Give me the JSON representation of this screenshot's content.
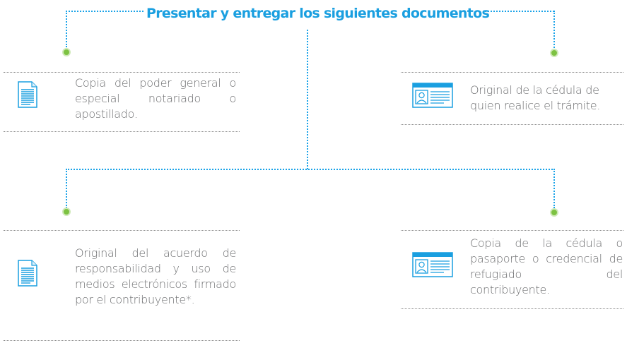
{
  "title": "Presentar  y entregar los siguientes documentos",
  "items": [
    {
      "text": "Copia del poder general o especial notariado o apostillado.",
      "icon": "document-icon"
    },
    {
      "text": "Original de la cédula de quien realice el trámite.",
      "icon": "id-card-icon"
    },
    {
      "text": "Original del acuerdo de responsabilidad y uso de medios electrónicos firmado por el contribuyente*.",
      "icon": "document-icon"
    },
    {
      "text": "Copia de la cédula o pasaporte o credencial de refugiado del contribuyente.",
      "icon": "id-card-icon"
    }
  ],
  "colors": {
    "title": "#1a9fe0",
    "connector": "#1aa3e8",
    "dot": "#7dc242",
    "text": "#6d6e70"
  }
}
